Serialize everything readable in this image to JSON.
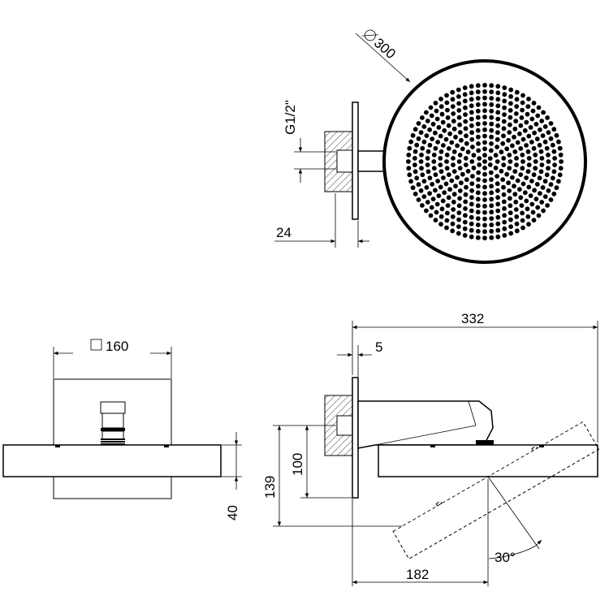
{
  "dimensions": {
    "diameter": "300",
    "thread": "G1/2\"",
    "wall_depth": "24",
    "square_size": "160",
    "thickness": "40",
    "total_length": "332",
    "flange": "5",
    "arm_height": "100",
    "total_height": "139",
    "projection": "182",
    "angle": "30°"
  },
  "symbols": {
    "diameter": "diameter-symbol",
    "square": "square-symbol"
  },
  "colors": {
    "line": "#000000",
    "background": "#ffffff"
  },
  "shower_head": {
    "hole_rings": [
      {
        "count": 1,
        "r_frac": 0.0
      },
      {
        "count": 6,
        "r_frac": 0.07
      },
      {
        "count": 12,
        "r_frac": 0.14
      },
      {
        "count": 18,
        "r_frac": 0.21
      },
      {
        "count": 24,
        "r_frac": 0.28
      },
      {
        "count": 30,
        "r_frac": 0.35
      },
      {
        "count": 36,
        "r_frac": 0.42
      },
      {
        "count": 42,
        "r_frac": 0.49
      },
      {
        "count": 48,
        "r_frac": 0.56
      },
      {
        "count": 54,
        "r_frac": 0.63
      },
      {
        "count": 60,
        "r_frac": 0.7
      },
      {
        "count": 66,
        "r_frac": 0.77
      },
      {
        "count": 72,
        "r_frac": 0.84
      }
    ]
  }
}
